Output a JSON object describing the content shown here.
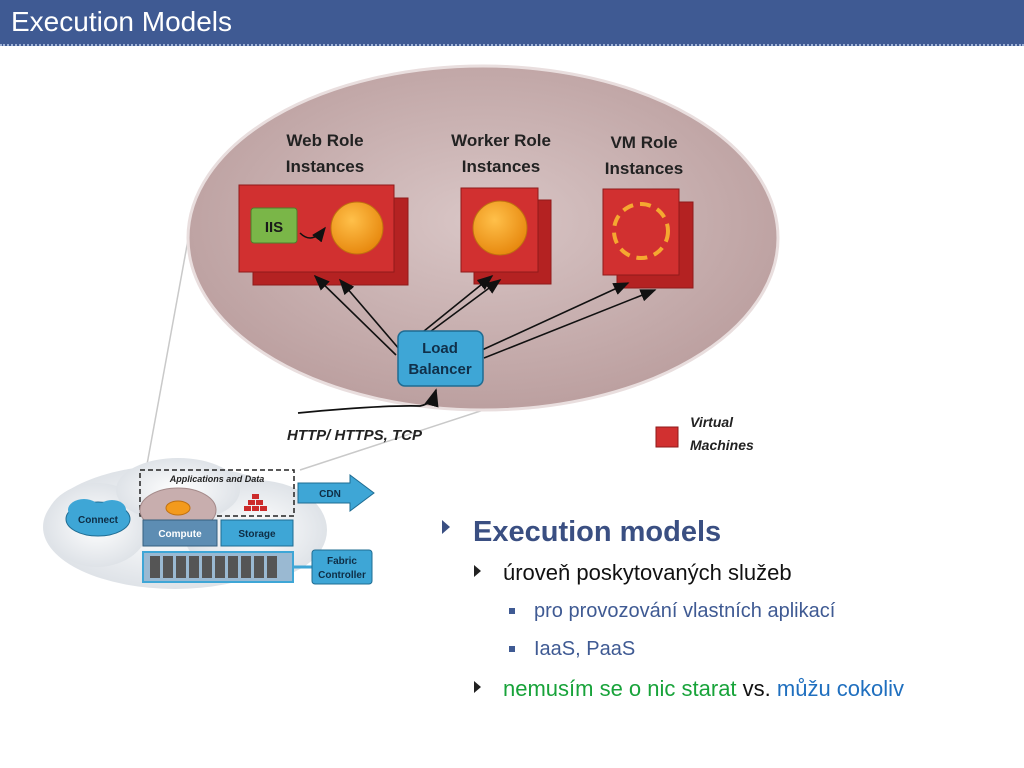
{
  "slide": {
    "title": "Execution Models"
  },
  "diagram": {
    "roles": {
      "web": {
        "line1": "Web Role",
        "line2": "Instances"
      },
      "worker": {
        "line1": "Worker Role",
        "line2": "Instances"
      },
      "vm": {
        "line1": "VM Role",
        "line2": "Instances"
      }
    },
    "iis": "IIS",
    "load_balancer": {
      "line1": "Load",
      "line2": "Balancer"
    },
    "protocols": "HTTP/ HTTPS,  TCP",
    "legend": {
      "line1": "Virtual",
      "line2": "Machines"
    },
    "cloud": {
      "applications_and_data": "Applications and Data",
      "connect": "Connect",
      "cdn": "CDN",
      "compute": "Compute",
      "storage": "Storage",
      "fabric_controller": {
        "line1": "Fabric",
        "line2": "Controller"
      }
    },
    "colors": {
      "ellipse": "#c8aeae",
      "role_red": "#cc2b2b",
      "orange": "#f39a1c",
      "iis_green": "#7ab648",
      "lb_blue": "#3ea6d6"
    }
  },
  "bullets": {
    "main": "Execution models",
    "sub1": "úroveň poskytovaných služeb",
    "sub1_items": [
      "pro provozování vlastních aplikací",
      "IaaS, PaaS"
    ],
    "sub2": {
      "part1": "nemusím se o nic starat",
      "part2": " vs. ",
      "part3": "můžu cokoliv"
    }
  }
}
